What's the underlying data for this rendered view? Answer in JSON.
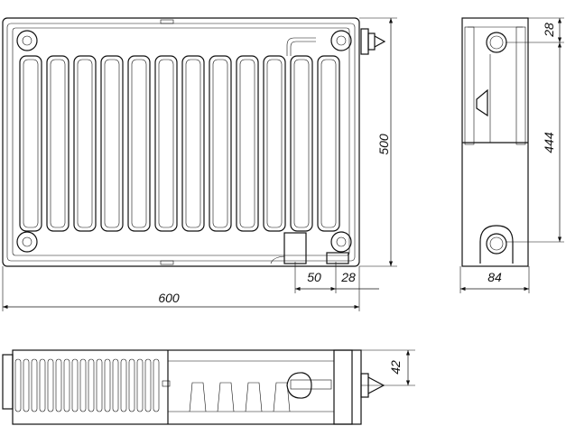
{
  "drawing": {
    "front_view": {
      "width_dim": "600",
      "height_dim": "500",
      "connection_spacing_dim": "50",
      "connection_offset_dim": "28",
      "fin_count": 12
    },
    "side_view": {
      "top_offset_dim": "28",
      "center_distance_dim": "444",
      "depth_dim": "84"
    },
    "top_view": {
      "valve_offset_dim": "42"
    },
    "colors": {
      "line": "#111111",
      "background": "#ffffff"
    }
  }
}
